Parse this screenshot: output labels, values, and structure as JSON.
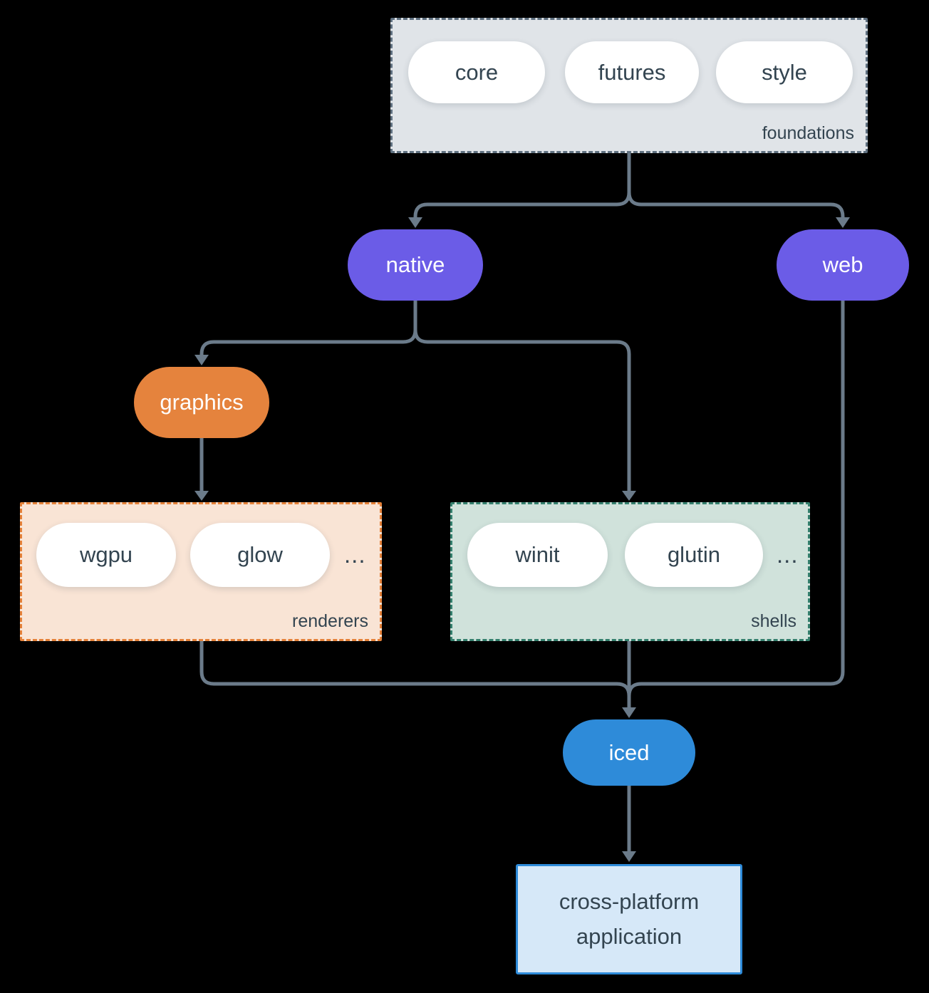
{
  "diagram": {
    "groups": {
      "foundations": {
        "label": "foundations",
        "items": [
          "core",
          "futures",
          "style"
        ]
      },
      "renderers": {
        "label": "renderers",
        "items": [
          "wgpu",
          "glow"
        ],
        "more": "..."
      },
      "shells": {
        "label": "shells",
        "items": [
          "winit",
          "glutin"
        ],
        "more": "..."
      }
    },
    "nodes": {
      "native": {
        "label": "native"
      },
      "web": {
        "label": "web"
      },
      "graphics": {
        "label": "graphics"
      },
      "iced": {
        "label": "iced"
      },
      "application": {
        "line1": "cross-platform",
        "line2": "application"
      }
    },
    "edges": [
      "foundations→native",
      "foundations→web",
      "native→graphics",
      "native→shells",
      "graphics→renderers",
      "renderers→iced",
      "shells→iced",
      "web→iced",
      "iced→application"
    ]
  },
  "colors": {
    "background": "#000000",
    "edge": "#6b7b8a",
    "pill-text": "#334450",
    "pill-bg": "#ffffff",
    "purple": "#6b5ce7",
    "orange": "#e5833d",
    "blue": "#2e8bd9",
    "foundations-bg": "#e0e4e8",
    "foundations-border": "#5f7080",
    "renderers-bg": "#f9e4d5",
    "renderers-border": "#e5823a",
    "shells-bg": "#d0e2db",
    "shells-border": "#35806e",
    "app-bg": "#d6e8f8",
    "app-border": "#2e8bd9",
    "white-text": "#ffffff"
  }
}
